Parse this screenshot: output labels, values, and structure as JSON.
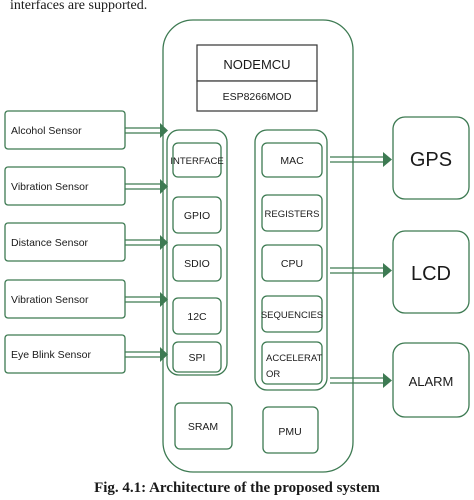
{
  "top_text": "interfaces are supported.",
  "nodemcu": {
    "title": "NODEMCU",
    "subtitle": "ESP8266MOD"
  },
  "sensors": [
    "Alcohol Sensor",
    "Vibration Sensor",
    "Distance Sensor",
    "Vibration Sensor",
    "Eye Blink Sensor"
  ],
  "interface_column": [
    "INTERFACE",
    "GPIO",
    "SDIO",
    "12C",
    "SPI"
  ],
  "mac_column": [
    "MAC",
    "REGISTERS",
    "CPU",
    "SEQUENCIES"
  ],
  "accelerator": {
    "line1": "ACCELERAT",
    "line2": "OR"
  },
  "sram": "SRAM",
  "pmu": "PMU",
  "outputs": [
    "GPS",
    "LCD",
    "ALARM"
  ],
  "caption": "Fig. 4.1: Architecture of the proposed system"
}
